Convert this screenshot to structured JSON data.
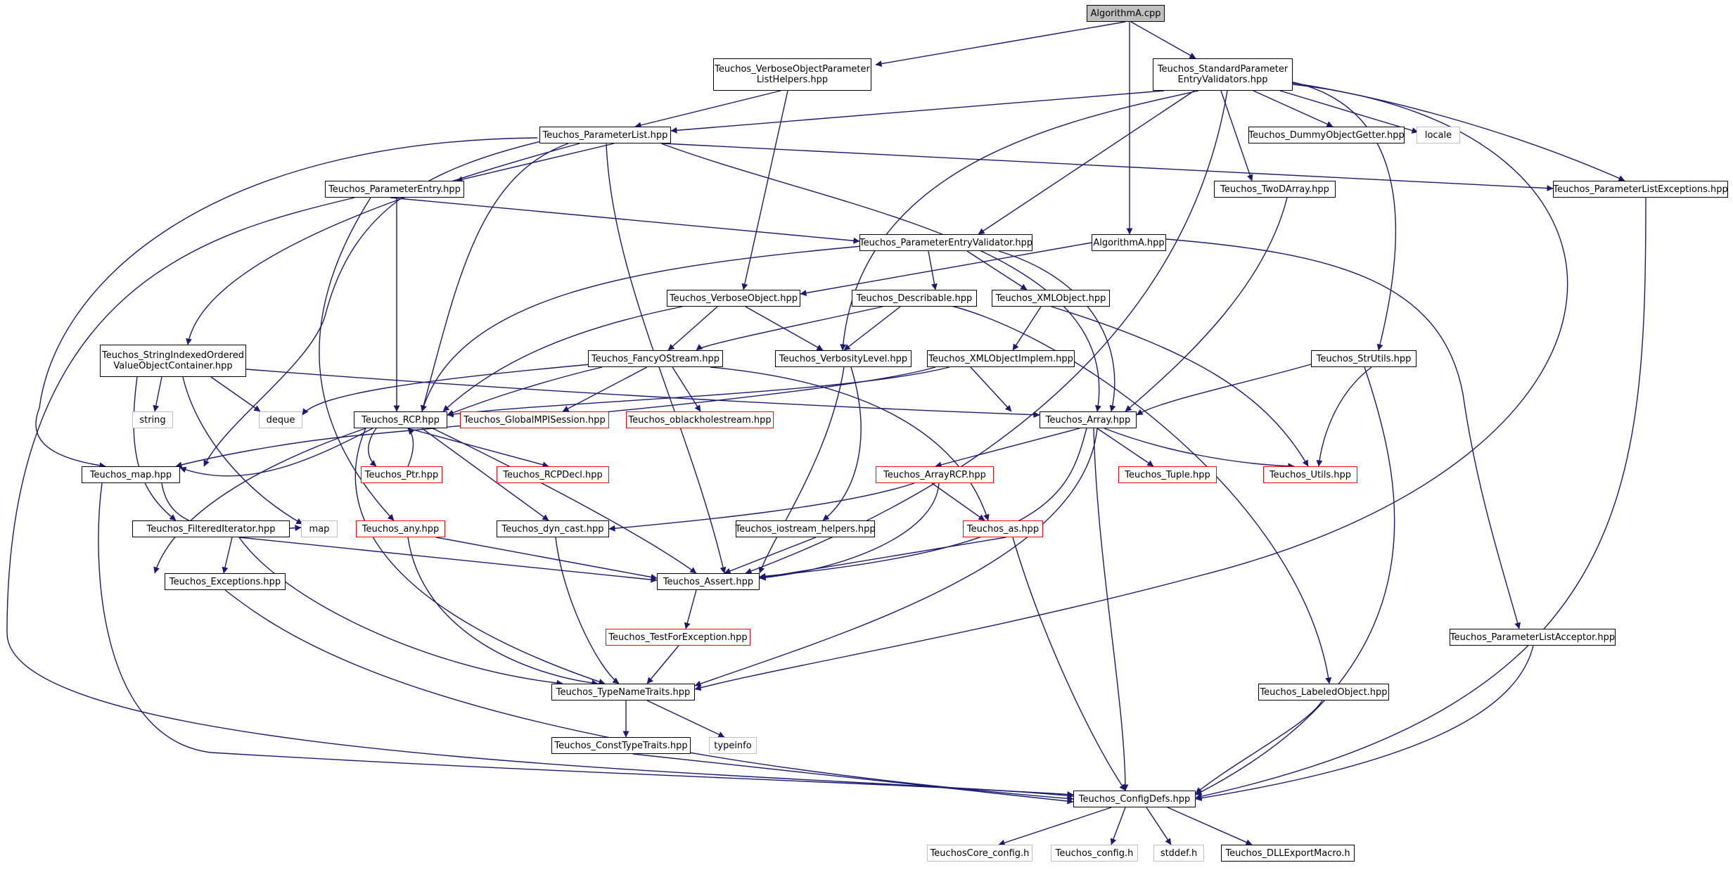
{
  "colors": {
    "edge": "#191970",
    "node_border": "#000000",
    "incomplete_border": "#ff0000",
    "external_border": "#bfbfbf",
    "root_fill": "#bfbfbf",
    "background": "#ffffff"
  },
  "nodes": {
    "algorithma_cpp": "AlgorithmA.cpp",
    "verbose_helpers_1": "Teuchos_VerboseObjectParameter",
    "verbose_helpers_2": "ListHelpers.hpp",
    "std_validators_1": "Teuchos_StandardParameter",
    "std_validators_2": "EntryValidators.hpp",
    "parameter_list": "Teuchos_ParameterList.hpp",
    "dummy_getter": "Teuchos_DummyObjectGetter.hpp",
    "locale": "locale",
    "parameter_entry": "Teuchos_ParameterEntry.hpp",
    "twod_array": "Teuchos_TwoDArray.hpp",
    "param_list_exceptions": "Teuchos_ParameterListExceptions.hpp",
    "entry_validator": "Teuchos_ParameterEntryValidator.hpp",
    "algorithma_hpp": "AlgorithmA.hpp",
    "verbose_object": "Teuchos_VerboseObject.hpp",
    "describable": "Teuchos_Describable.hpp",
    "xml_object": "Teuchos_XMLObject.hpp",
    "string_indexed_1": "Teuchos_StringIndexedOrdered",
    "string_indexed_2": "ValueObjectContainer.hpp",
    "fancy_ostream": "Teuchos_FancyOStream.hpp",
    "verbosity_level": "Teuchos_VerbosityLevel.hpp",
    "xml_object_implem": "Teuchos_XMLObjectImplem.hpp",
    "str_utils": "Teuchos_StrUtils.hpp",
    "string": "string",
    "deque": "deque",
    "rcp": "Teuchos_RCP.hpp",
    "global_mpi_session": "Teuchos_GlobalMPISession.hpp",
    "oblackholestream": "Teuchos_oblackholestream.hpp",
    "array": "Teuchos_Array.hpp",
    "map_hpp": "Teuchos_map.hpp",
    "ptr": "Teuchos_Ptr.hpp",
    "rcp_decl": "Teuchos_RCPDecl.hpp",
    "array_rcp": "Teuchos_ArrayRCP.hpp",
    "tuple": "Teuchos_Tuple.hpp",
    "utils": "Teuchos_Utils.hpp",
    "filtered_iterator": "Teuchos_FilteredIterator.hpp",
    "map": "map",
    "any": "Teuchos_any.hpp",
    "dyn_cast": "Teuchos_dyn_cast.hpp",
    "iostream_helpers": "Teuchos_iostream_helpers.hpp",
    "as": "Teuchos_as.hpp",
    "exceptions": "Teuchos_Exceptions.hpp",
    "assert": "Teuchos_Assert.hpp",
    "test_for_exception": "Teuchos_TestForException.hpp",
    "param_list_acceptor": "Teuchos_ParameterListAcceptor.hpp",
    "type_name_traits": "Teuchos_TypeNameTraits.hpp",
    "labeled_object": "Teuchos_LabeledObject.hpp",
    "const_type_traits": "Teuchos_ConstTypeTraits.hpp",
    "typeinfo": "typeinfo",
    "config_defs": "Teuchos_ConfigDefs.hpp",
    "core_config": "TeuchosCore_config.h",
    "teuchos_config": "Teuchos_config.h",
    "stddef": "stddef.h",
    "dll_export": "Teuchos_DLLExportMacro.h"
  }
}
